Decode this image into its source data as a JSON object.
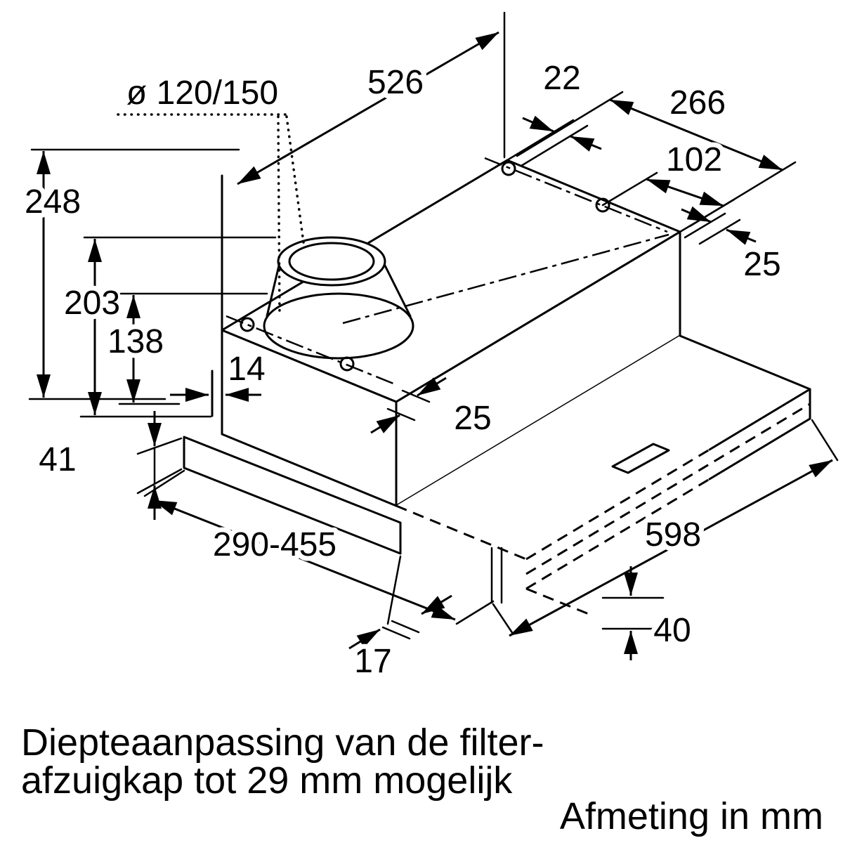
{
  "colors": {
    "line": "#000000",
    "background": "#ffffff"
  },
  "drawing": {
    "dims": {
      "diameter": "ø 120/150",
      "d526": "526",
      "d22": "22",
      "d266": "266",
      "d102": "102",
      "d25_right": "25",
      "d248": "248",
      "d203": "203",
      "d138": "138",
      "d14": "14",
      "d25_front": "25",
      "d41": "41",
      "d290_455": "290-455",
      "d598": "598",
      "d17": "17",
      "d40": "40"
    },
    "notes": {
      "line1": "Diepteaanpassing van de filter-",
      "line2": "afzuigkap tot 29 mm mogelijk",
      "units": "Afmeting in mm"
    }
  }
}
